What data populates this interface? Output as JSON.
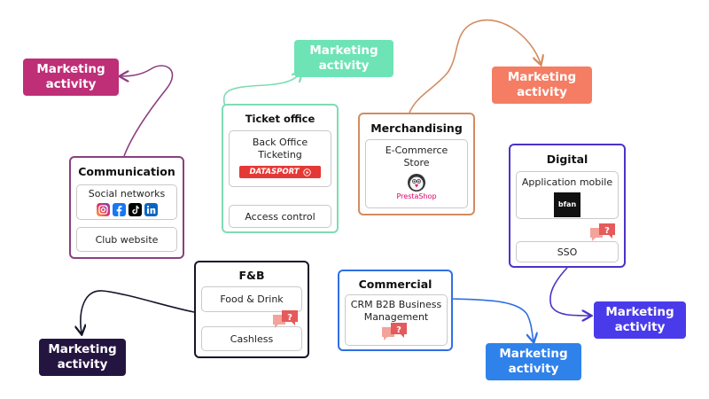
{
  "marketing_label": "Marketing activity",
  "marketing": [
    {
      "id": "m1",
      "line1": "Marketing",
      "line2": "activity",
      "color": "#be2f77"
    },
    {
      "id": "m2",
      "line1": "Marketing",
      "line2": "activity",
      "color": "#6ee4b6"
    },
    {
      "id": "m3",
      "line1": "Marketing",
      "line2": "activity",
      "color": "#f47d64"
    },
    {
      "id": "m4",
      "line1": "Marketing",
      "line2": "activity",
      "color": "#241540"
    },
    {
      "id": "m5",
      "line1": "Marketing",
      "line2": "activity",
      "color": "#2f82ea"
    },
    {
      "id": "m6",
      "line1": "Marketing",
      "line2": "activity",
      "color": "#4a3bea"
    }
  ],
  "groups": {
    "communication": {
      "title": "Communication",
      "color": "#8b3f7e",
      "social_label": "Social networks",
      "club_website": "Club website",
      "icons": [
        "instagram-icon",
        "facebook-icon",
        "tiktok-icon",
        "linkedin-icon"
      ]
    },
    "ticket_office": {
      "title": "Ticket office",
      "color": "#7fdcb4",
      "back_office_line1": "Back Office",
      "back_office_line2": "Ticketing",
      "datasport_logo": "DATASPORT",
      "access_control": "Access control"
    },
    "merchandising": {
      "title": "Merchandising",
      "color": "#d28c61",
      "ecommerce_line1": "E-Commerce",
      "ecommerce_line2": "Store",
      "prestashop_logo": "PrestaShop"
    },
    "digital": {
      "title": "Digital",
      "color": "#4a33c9",
      "app_mobile": "Application mobile",
      "bfan_logo": "bfan",
      "sso": "SSO"
    },
    "fnb": {
      "title": "F&B",
      "color": "#15152a",
      "food_drink": "Food & Drink",
      "cashless": "Cashless"
    },
    "commercial": {
      "title": "Commercial",
      "color": "#2f6fe6",
      "crm_line1": "CRM B2B Business",
      "crm_line2": "Management"
    }
  },
  "colors": {
    "bubble_front": "#e55a5a",
    "bubble_back": "#f3a39a"
  }
}
